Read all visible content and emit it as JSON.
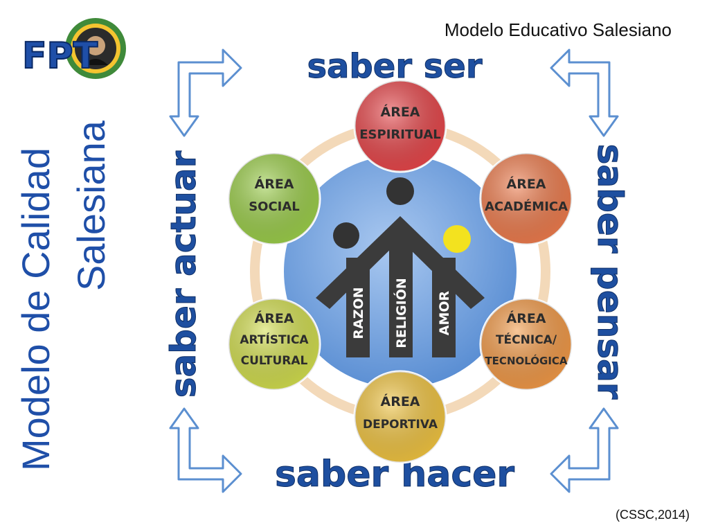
{
  "header": {
    "title": "Modelo Educativo Salesiano"
  },
  "side_title": {
    "line1": "Modelo de Calidad",
    "line2": "Salesiana"
  },
  "logo": {
    "text": "FPT"
  },
  "sabers": {
    "top": "saber ser",
    "bottom": "saber hacer",
    "left": "saber actuar",
    "right": "saber pensar"
  },
  "areas": [
    {
      "line1": "ÁREA",
      "line2": "ESPIRITUAL",
      "line3": "",
      "color": "#e8464a"
    },
    {
      "line1": "ÁREA",
      "line2": "ACADÉMICA",
      "line3": "",
      "color": "#ef7c4d"
    },
    {
      "line1": "ÁREA",
      "line2": "TÉCNICA/",
      "line3": "TECNOLÓGICA",
      "color": "#f39a47"
    },
    {
      "line1": "ÁREA",
      "line2": "DEPORTIVA",
      "line3": "",
      "color": "#f2c541"
    },
    {
      "line1": "ÁREA",
      "line2": "ARTÍSTICA",
      "line3": "CULTURAL",
      "color": "#d3df4e"
    },
    {
      "line1": "ÁREA",
      "line2": "SOCIAL",
      "line3": "",
      "color": "#9ccf4a"
    }
  ],
  "pillars": {
    "left": "RAZON",
    "center": "RELIGIÓN",
    "right": "AMOR"
  },
  "colors": {
    "center_circle": "#5f95d9",
    "figure": "#3b3b3b",
    "sun": "#f3e21f",
    "arrow_stroke": "#5b8fd0",
    "saber_text": "#1e4fa0",
    "title_blue": "#1f4fa8"
  },
  "citation": "(CSSC,2014)"
}
